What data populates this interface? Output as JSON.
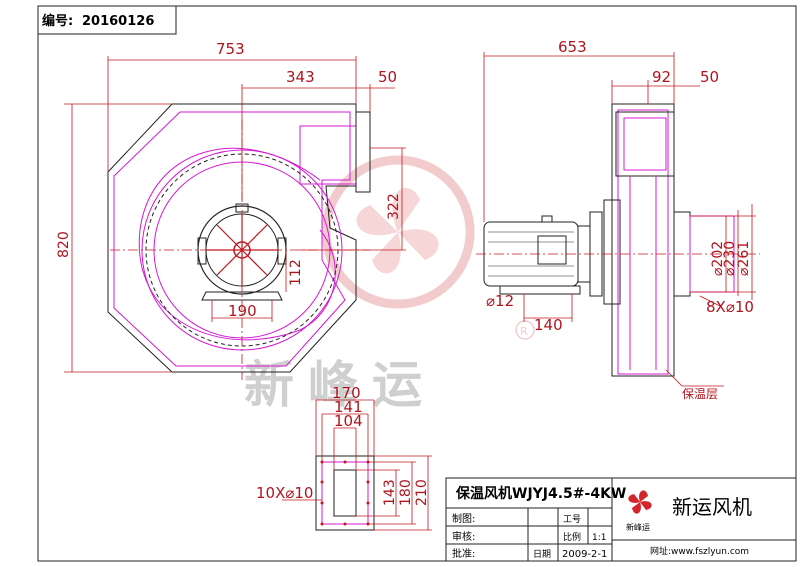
{
  "header": {
    "serial_label": "编号:",
    "serial_value": "20160126"
  },
  "front_view": {
    "dim_width": "753",
    "dim_inner": "343",
    "dim_outlet": "50",
    "dim_height": "820",
    "dim_outlet_height": "322",
    "dim_shaft": "112",
    "dim_base": "190"
  },
  "side_view": {
    "dim_total": "653",
    "dim_width": "92",
    "dim_outlet": "50",
    "dim_d1": "⌀202",
    "dim_d2": "⌀230",
    "dim_d3": "⌀261",
    "dim_bolt": "8X⌀10",
    "dim_hole": "⌀12",
    "dim_base": "140",
    "insulation_label": "保温层"
  },
  "flange_view": {
    "dim_170": "170",
    "dim_141": "141",
    "dim_104": "104",
    "dim_143": "143",
    "dim_180": "180",
    "dim_210": "210",
    "dim_holes": "10X⌀10"
  },
  "watermark": {
    "text": "新峰运"
  },
  "title_block": {
    "title": "保温风机WJYJ4.5#-4KW",
    "row1_label": "制图:",
    "row2_label": "审核:",
    "row3_label": "批准:",
    "label_gongzhi": "工号",
    "label_bili": "比例",
    "scale": "1:1",
    "label_riqi": "日期",
    "date": "2009-2-1",
    "brand": "新运风机",
    "brand_small": "新峰运",
    "website_label": "网址:www.fszlyun.com"
  }
}
